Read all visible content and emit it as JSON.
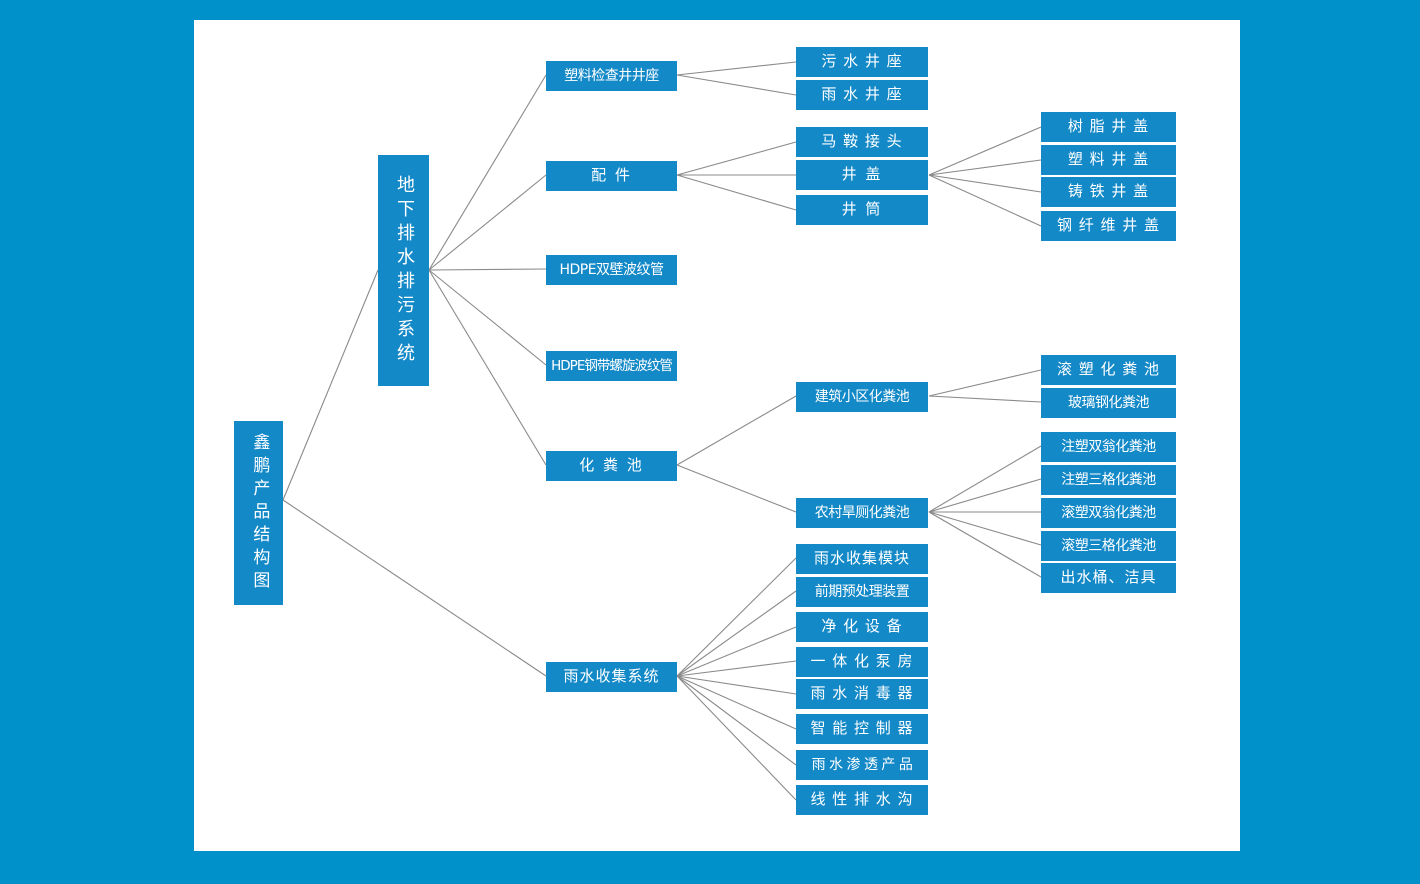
{
  "canvas": {
    "background_color": "#0090ca",
    "board_color": "#ffffff",
    "node_color": "#1489c8",
    "node_text_color": "#ffffff",
    "edge_color": "#8a8a8a"
  },
  "diagram": {
    "type": "tree",
    "orientation": "left-to-right",
    "root": {
      "id": "root",
      "label": "鑫鹏产品结构图",
      "text_orientation": "vertical"
    },
    "level2": [
      {
        "id": "underground",
        "label": "地下排水排污系统",
        "text_orientation": "vertical"
      },
      {
        "id": "rainwater",
        "label": "雨水收集系统",
        "text_orientation": "horizontal"
      }
    ],
    "level3": [
      {
        "id": "plastic-inspection-well-base",
        "label": "塑料检查井井座"
      },
      {
        "id": "fittings",
        "label": "配    件"
      },
      {
        "id": "hdpe-double-wall",
        "label": "HDPE双壁波纹管"
      },
      {
        "id": "hdpe-steel-spiral",
        "label": "HDPE钢带螺旋波纹管"
      },
      {
        "id": "septic-tank",
        "label": "化  粪  池"
      }
    ],
    "level4": {
      "plastic-inspection-well-base": [
        {
          "id": "sewage-well-base",
          "label": "污 水 井 座"
        },
        {
          "id": "rain-well-base",
          "label": "雨 水 井 座"
        }
      ],
      "fittings": [
        {
          "id": "saddle-joint",
          "label": "马 鞍 接 头"
        },
        {
          "id": "manhole-cover",
          "label": "井    盖"
        },
        {
          "id": "well-barrel",
          "label": "井    筒"
        }
      ],
      "septic-tank": [
        {
          "id": "residential-septic",
          "label": "建筑小区化粪池"
        },
        {
          "id": "rural-toilet-septic",
          "label": "农村旱厕化粪池"
        }
      ],
      "rainwater": [
        {
          "id": "rainwater-collection-module",
          "label": "雨水收集模块"
        },
        {
          "id": "pretreatment-device",
          "label": "前期预处理装置"
        },
        {
          "id": "purification-equipment",
          "label": "净 化 设 备"
        },
        {
          "id": "integrated-pump-house",
          "label": "一 体 化 泵 房"
        },
        {
          "id": "rainwater-sterilizer",
          "label": "雨 水 消 毒 器"
        },
        {
          "id": "smart-controller",
          "label": "智 能 控 制 器"
        },
        {
          "id": "rainwater-infiltration-product",
          "label": "雨 水 渗 透 产 品"
        },
        {
          "id": "linear-drainage-ditch",
          "label": "线 性 排 水 沟"
        }
      ]
    },
    "level5": {
      "manhole-cover": [
        {
          "id": "resin-cover",
          "label": "树 脂 井 盖"
        },
        {
          "id": "plastic-cover",
          "label": "塑 料 井 盖"
        },
        {
          "id": "cast-iron-cover",
          "label": "铸 铁 井 盖"
        },
        {
          "id": "steel-fiber-cover",
          "label": "钢 纤 维 井 盖"
        }
      ],
      "residential-septic": [
        {
          "id": "rotomolded-septic",
          "label": "滚 塑 化 粪 池"
        },
        {
          "id": "frp-septic",
          "label": "玻璃钢化粪池"
        }
      ],
      "rural-toilet-septic": [
        {
          "id": "injection-double-weng",
          "label": "注塑双翁化粪池"
        },
        {
          "id": "injection-three-grid",
          "label": "注塑三格化粪池"
        },
        {
          "id": "roto-double-weng",
          "label": "滚塑双翁化粪池"
        },
        {
          "id": "roto-three-grid",
          "label": "滚塑三格化粪池"
        },
        {
          "id": "outlet-bucket-sanitary",
          "label": "出水桶、洁具"
        }
      ]
    }
  }
}
